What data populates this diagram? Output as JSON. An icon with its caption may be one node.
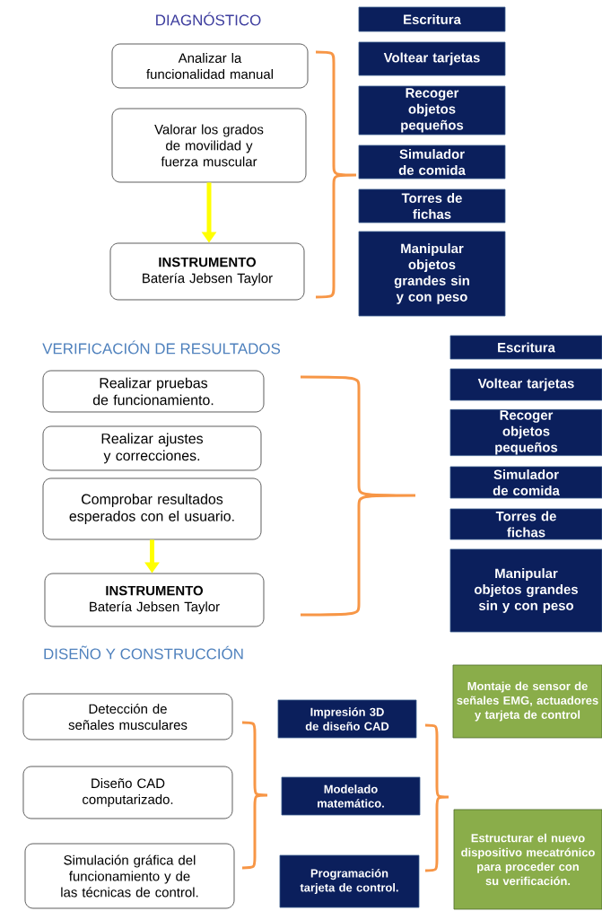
{
  "diagram": {
    "nodes": [
      {
        "text": [
          "Analizar la funcionalidad manual"
        ]
      },
      {
        "text": [
          "Valorar los grados de movilidad y fuerza muscular"
        ]
      },
      {
        "text": [
          "INSTRUMENTO",
          "Batería Jebsen Taylor"
        ]
      },
      {
        "text": [
          "Escritura"
        ]
      },
      {
        "text": [
          "Voltear tarjetas"
        ]
      },
      {
        "text": [
          "Recoger objetos pequeños"
        ]
      },
      {
        "text": [
          "Simulador de comida"
        ]
      },
      {
        "text": [
          "Torres de fichas"
        ]
      },
      {
        "text": [
          "Manipular objetos grandes sin y con peso"
        ]
      },
      {
        "text": [
          "Realizar pruebas de funcionamiento."
        ]
      },
      {
        "text": [
          "Realizar ajustes y correcciones."
        ]
      },
      {
        "text": [
          "Comprobar resultados esperados con el usuario."
        ]
      },
      {
        "text": [
          "INSTRUMENTO",
          "Batería Jebsen Taylor"
        ]
      },
      {
        "text": [
          "Escritura"
        ]
      },
      {
        "text": [
          "Voltear tarjetas"
        ]
      },
      {
        "text": [
          "Recoger objetos pequeños"
        ]
      },
      {
        "text": [
          "Simulador de comida"
        ]
      },
      {
        "text": [
          "Torres de fichas"
        ]
      },
      {
        "text": [
          "Manipular objetos grandes sin y con peso"
        ]
      },
      {
        "text": [
          "Detección de señales musculares"
        ]
      },
      {
        "text": [
          "Diseño CAD computarizado."
        ]
      },
      {
        "text": [
          "Simulación gráfica del funcionamiento y de las técnicas de control."
        ]
      },
      {
        "text": [
          "Impresión 3D de diseño CAD"
        ]
      },
      {
        "text": [
          "Modelado matemático."
        ]
      },
      {
        "text": [
          "Programación tarjeta de control."
        ]
      },
      {
        "text": [
          "Montaje de sensor de señales EMG, actuadores y tarjeta de control"
        ]
      },
      {
        "text": [
          "Estructurar el nuevo dispositivo mecatrónico para proceder con su verificación."
        ]
      }
    ],
    "edges": [
      {
        "from": 1,
        "to": 2,
        "arrow": "to",
        "color": "#ffff00"
      },
      {
        "from": 11,
        "to": 12,
        "arrow": "to",
        "color": "#ffff00"
      }
    ],
    "labels": [
      "DIAGNÓSTICO",
      "VERIFICACIÓN DE RESULTADOS",
      "DISEÑO Y CONSTRUCCIÓN"
    ]
  }
}
